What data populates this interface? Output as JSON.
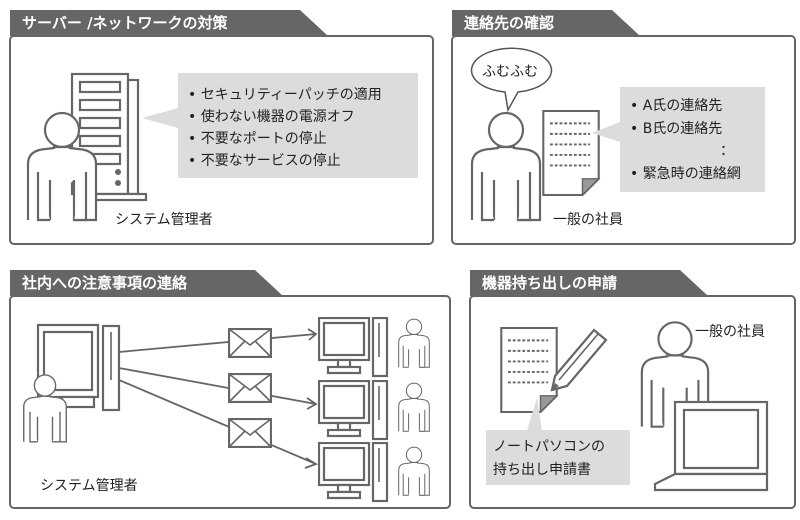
{
  "colors": {
    "tab": "#666666",
    "box_border": "#666666",
    "callout": "#dcdcdc",
    "stroke": "#666666"
  },
  "panels": [
    {
      "title": "サーバー /ネットワークの対策",
      "person_label": "システム管理者",
      "items": [
        "• セキュリティーパッチの適用",
        "• 使わない機器の電源オフ",
        "• 不要なポートの停止",
        "• 不要なサービスの停止"
      ]
    },
    {
      "title": "連絡先の確認",
      "speech": "ふむふむ",
      "person_label": "一般の社員",
      "items": [
        "• A氏の連絡先",
        "• B氏の連絡先",
        "：",
        "• 緊急時の連絡網"
      ]
    },
    {
      "title": "社内への注意事項の連絡",
      "person_label": "システム管理者"
    },
    {
      "title": "機器持ち出しの申請",
      "person_label": "一般の社員",
      "callout": [
        "ノートパソコンの",
        "持ち出し申請書"
      ]
    }
  ]
}
